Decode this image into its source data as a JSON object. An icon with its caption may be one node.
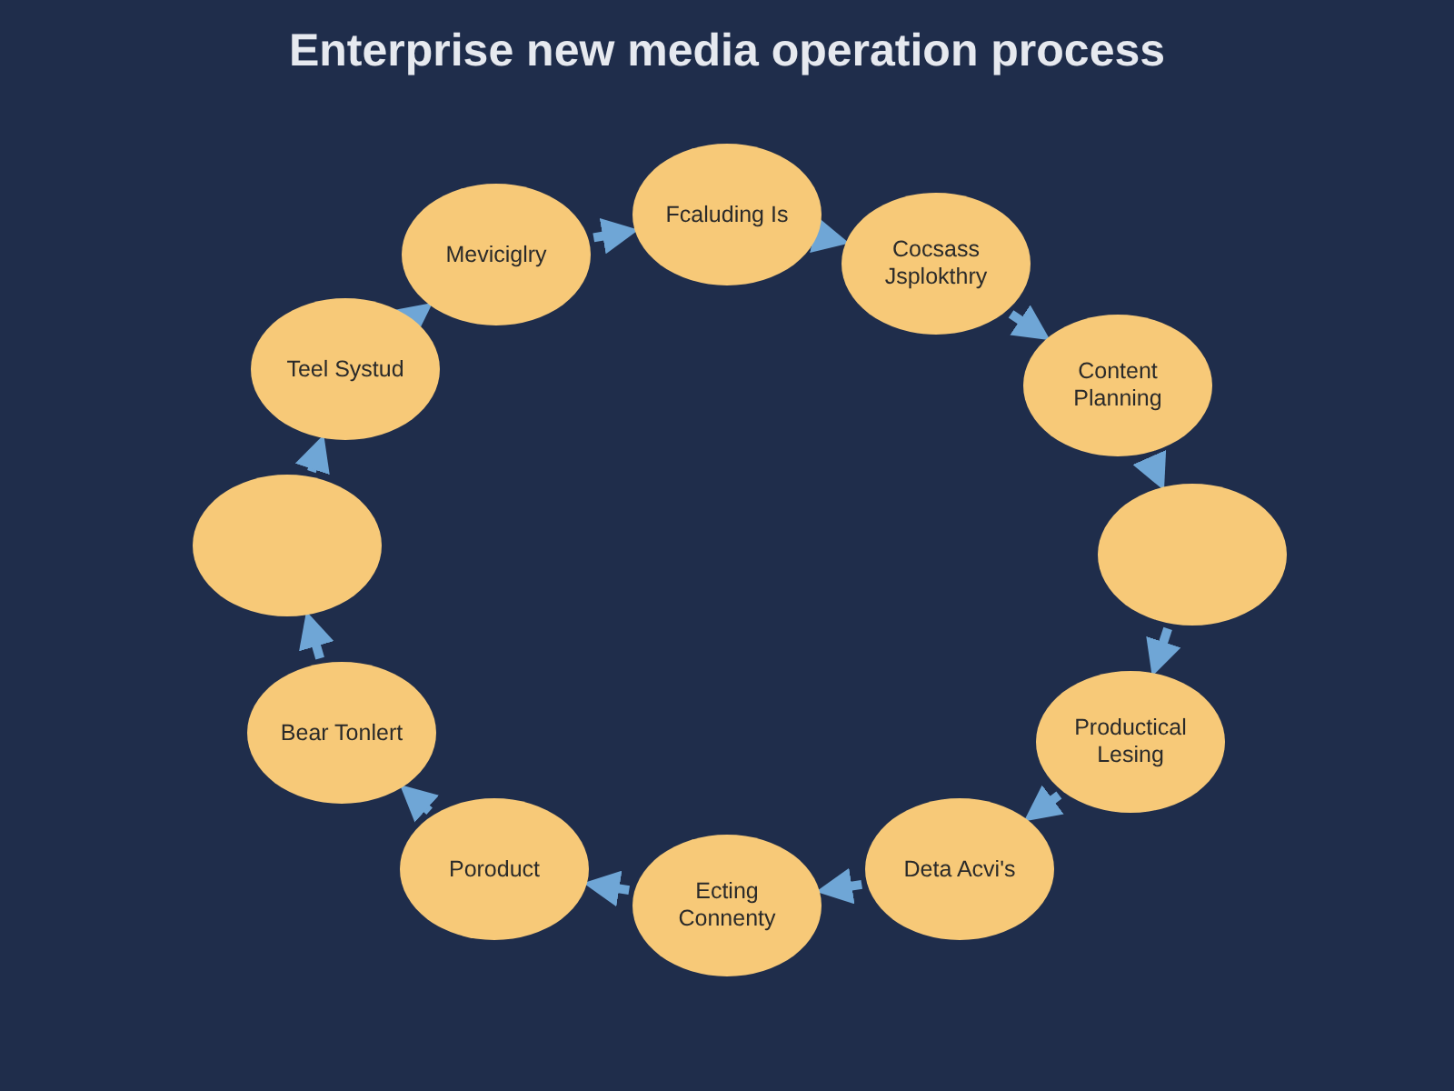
{
  "diagram": {
    "title": "Enterprise new media operation process",
    "nodes": [
      {
        "text": [
          "Fcaluding Is"
        ]
      },
      {
        "text": [
          "Cocsass Jsplokthry"
        ]
      },
      {
        "text": [
          "Content Planning"
        ]
      },
      {
        "text": [],
        "shape": "circle"
      },
      {
        "text": [
          "Productical Lesing"
        ]
      },
      {
        "text": [
          "Deta Acvi's"
        ]
      },
      {
        "text": [
          "Ecting Connenty"
        ]
      },
      {
        "text": [
          "Poroduct"
        ]
      },
      {
        "text": [
          "Bear Tonlert"
        ]
      },
      {
        "text": [],
        "shape": "circle"
      },
      {
        "text": [
          "Teel Systud"
        ]
      },
      {
        "text": [
          "Meviciglry"
        ]
      }
    ],
    "edges": [
      {
        "from": 11,
        "to": 0,
        "arrow": "to"
      },
      {
        "from": 0,
        "to": 1,
        "arrow": "to"
      },
      {
        "from": 1,
        "to": 2,
        "arrow": "to"
      },
      {
        "from": 2,
        "to": 9,
        "arrow": "to"
      },
      {
        "from": 9,
        "to": 4,
        "arrow": "to"
      },
      {
        "from": 4,
        "to": 5,
        "arrow": "to"
      },
      {
        "from": 5,
        "to": 6,
        "arrow": "to"
      },
      {
        "from": 6,
        "to": 7,
        "arrow": "to"
      },
      {
        "from": 7,
        "to": 8,
        "arrow": "to"
      },
      {
        "from": 8,
        "to": 3,
        "arrow": "to"
      },
      {
        "from": 3,
        "to": 10,
        "arrow": "to"
      },
      {
        "from": 10,
        "to": 11,
        "arrow": "to"
      }
    ]
  }
}
